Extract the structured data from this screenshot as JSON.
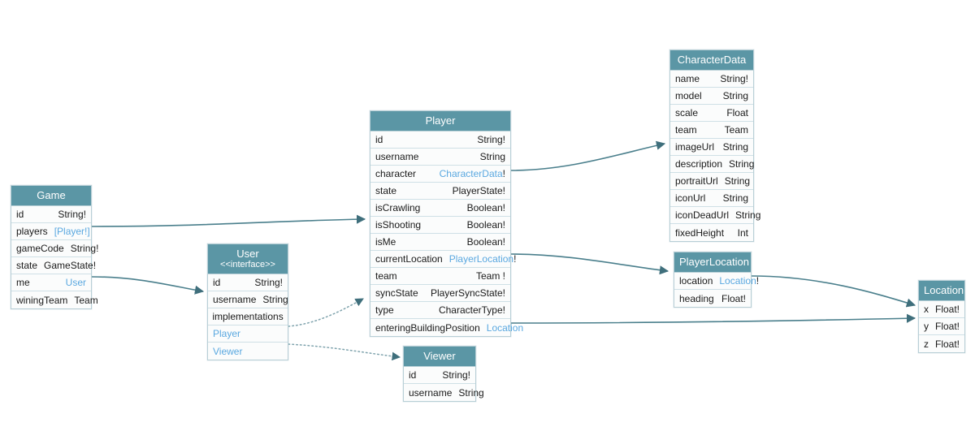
{
  "diagram": {
    "title": "GraphQL Schema Entity Diagram",
    "colors": {
      "header_teal": "#5b96a5",
      "reference_blue": "#5aa8e0",
      "row_background": "#fbfcfc",
      "border": "#b8cfd6",
      "edge_stroke": "#4a7f8c",
      "text": "#1a1a1a"
    }
  },
  "entities": {
    "game": {
      "name": "Game",
      "fields": [
        {
          "name": "id",
          "type": "String!",
          "ref": false
        },
        {
          "name": "players",
          "type": "[Player!]",
          "ref": true
        },
        {
          "name": "gameCode",
          "type": "String!",
          "ref": false
        },
        {
          "name": "state",
          "type": "GameState!",
          "ref": false
        },
        {
          "name": "me",
          "type": "User",
          "ref": true
        },
        {
          "name": "winingTeam",
          "type": "Team",
          "ref": false
        }
      ]
    },
    "user": {
      "name": "User",
      "stereotype": "<<interface>>",
      "fields": [
        {
          "name": "id",
          "type": "String!",
          "ref": false
        },
        {
          "name": "username",
          "type": "String",
          "ref": false
        }
      ],
      "implementations_label": "implementations",
      "implementations": [
        {
          "name": "Player"
        },
        {
          "name": "Viewer"
        }
      ]
    },
    "player": {
      "name": "Player",
      "fields": [
        {
          "name": "id",
          "type": "String!",
          "ref": false
        },
        {
          "name": "username",
          "type": "String",
          "ref": false
        },
        {
          "name": "character",
          "type": "CharacterData",
          "suffix": "!",
          "ref": true
        },
        {
          "name": "state",
          "type": "PlayerState!",
          "ref": false
        },
        {
          "name": "isCrawling",
          "type": "Boolean!",
          "ref": false
        },
        {
          "name": "isShooting",
          "type": "Boolean!",
          "ref": false
        },
        {
          "name": "isMe",
          "type": "Boolean!",
          "ref": false
        },
        {
          "name": "currentLocation",
          "type": "PlayerLocation",
          "suffix": "!",
          "ref": true
        },
        {
          "name": "team",
          "type": "Team !",
          "ref": false
        },
        {
          "name": "syncState",
          "type": "PlayerSyncState!",
          "ref": false
        },
        {
          "name": "type",
          "type": "CharacterType!",
          "ref": false
        },
        {
          "name": "enteringBuildingPosition",
          "type": "Location",
          "ref": true
        }
      ]
    },
    "viewer": {
      "name": "Viewer",
      "fields": [
        {
          "name": "id",
          "type": "String!",
          "ref": false
        },
        {
          "name": "username",
          "type": "String",
          "ref": false
        }
      ]
    },
    "character_data": {
      "name": "CharacterData",
      "fields": [
        {
          "name": "name",
          "type": "String!",
          "ref": false
        },
        {
          "name": "model",
          "type": "String",
          "ref": false
        },
        {
          "name": "scale",
          "type": "Float",
          "ref": false
        },
        {
          "name": "team",
          "type": "Team",
          "ref": false
        },
        {
          "name": "imageUrl",
          "type": "String",
          "ref": false
        },
        {
          "name": "description",
          "type": "String",
          "ref": false
        },
        {
          "name": "portraitUrl",
          "type": "String",
          "ref": false
        },
        {
          "name": "iconUrl",
          "type": "String",
          "ref": false
        },
        {
          "name": "iconDeadUrl",
          "type": "String",
          "ref": false
        },
        {
          "name": "fixedHeight",
          "type": "Int",
          "ref": false
        }
      ]
    },
    "player_location": {
      "name": "PlayerLocation",
      "fields": [
        {
          "name": "location",
          "type": "Location",
          "suffix": "!",
          "ref": true
        },
        {
          "name": "heading",
          "type": "Float!",
          "ref": false
        }
      ]
    },
    "location": {
      "name": "Location",
      "fields": [
        {
          "name": "x",
          "type": "Float!",
          "ref": false
        },
        {
          "name": "y",
          "type": "Float!",
          "ref": false
        },
        {
          "name": "z",
          "type": "Float!",
          "ref": false
        }
      ]
    }
  },
  "edges": [
    {
      "name": "game-players-to-player",
      "from": "Game.players",
      "to": "Player",
      "style": "solid"
    },
    {
      "name": "game-me-to-user",
      "from": "Game.me",
      "to": "User",
      "style": "solid"
    },
    {
      "name": "user-player-implementation",
      "from": "User.Player",
      "to": "Player",
      "style": "dotted"
    },
    {
      "name": "user-viewer-implementation",
      "from": "User.Viewer",
      "to": "Viewer",
      "style": "dotted"
    },
    {
      "name": "player-character-to-characterdata",
      "from": "Player.character",
      "to": "CharacterData",
      "style": "solid"
    },
    {
      "name": "player-currentlocation-to-playerlocation",
      "from": "Player.currentLocation",
      "to": "PlayerLocation",
      "style": "solid"
    },
    {
      "name": "player-enteringbuildingposition-to-location",
      "from": "Player.enteringBuildingPosition",
      "to": "Location",
      "style": "solid"
    },
    {
      "name": "playerlocation-location-to-location",
      "from": "PlayerLocation.location",
      "to": "Location",
      "style": "solid"
    }
  ]
}
